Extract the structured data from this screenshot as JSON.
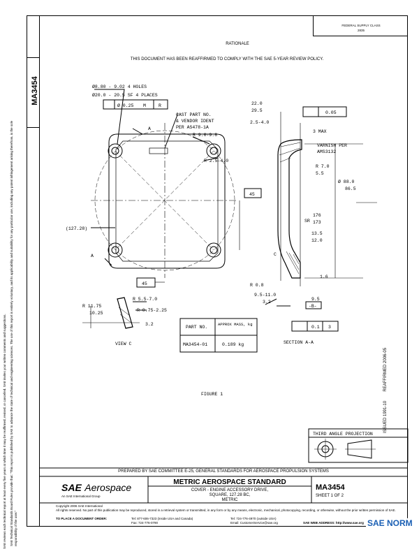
{
  "header": {
    "tech_note": "FEDERAL SUPPLY CLASS",
    "tech_note2": "2835"
  },
  "left_strip": {
    "doc_number": "MA3454",
    "note": "SAE Technical Standards Board Rules provide that: \"This report is published by SAE to advance the state of technical and engineering sciences. The use of this report is entirely voluntary, and its applicability and suitability for any particular use, including any patent infringement arising therefrom, is the sole responsibility of the user.\"",
    "note2": "SAE reviews each technical report at least every five years at which time it may be reaffirmed, revised, or cancelled. SAE invites your written comments and suggestions."
  },
  "right_strip": {
    "issued": "ISSUED 1991-10",
    "reaffirmed": "REAFFIRMED 2006-05"
  },
  "rationale": {
    "title": "RATIONALE",
    "text": "THIS DOCUMENT HAS BEEN REAFFIRMED TO COMPLY WITH THE SAE 5-YEAR REVIEW POLICY."
  },
  "drawing": {
    "holes_1": "Ø8.80 - 9.02 4 HOLES",
    "holes_2": "Ø20.0 - 20.5 SF 4 PLACES",
    "tol_pos": "Ø 0.25",
    "tol_m": "M",
    "tol_ref": "R",
    "cast_1": "CAST PART NO.",
    "cast_2": "& VENDOR IDENT",
    "cast_3": "PER AS478-1A",
    "r_9": "R 9.0-9.8",
    "r_25": "R 2.5-4.0",
    "dim_127": "(127.28)",
    "dim_45a": "45",
    "dim_45b": "45",
    "label_a1": "A",
    "label_a2": "A",
    "dim_22": "22.0",
    "dim_295": "29.5",
    "dim_25_4": "2.5-4.0",
    "flat_val": "0.05",
    "max_3": "3 MAX",
    "varnish_1": "VARNISH PER",
    "varnish_2": "AMS3132",
    "r_70": "R 7.0",
    "r_55": "5.5",
    "dia_880": "Ø 88.0",
    "dia_865": "86.5",
    "dim_176": "176",
    "dim_173": "173",
    "sr": "SR",
    "dim_135": "13.5",
    "dim_120": "12.0",
    "label_c": "C",
    "r_08": "R 0.8",
    "dim_95_11": "9.5-11.0",
    "dim_95": "9.5",
    "datum_b": "-B-",
    "finish_16": "1.6",
    "finish_32a": "3.2",
    "par_val": "0.1",
    "par_ref": "3",
    "section": "SECTION A-A",
    "r_1175": "R 11.75",
    "r_1025": "10.25",
    "r_55_70": "R 5.5-7.0",
    "r_075": "R 0.75-2.25",
    "finish_32b": "3.2",
    "view_c": "VIEW C",
    "table_head_1": "PART NO.",
    "table_head_2": "APPROX MASS, kg",
    "table_part": "MA3454-01",
    "table_mass": "0.189 kg",
    "figure": "FIGURE 1",
    "projection": "THIRD ANGLE PROJECTION"
  },
  "footer": {
    "prepared": "PREPARED BY SAE COMMITTEE E-25, GENERAL STANDARDS FOR AEROSPACE PROPULSION SYSTEMS",
    "logo_main": "SAE",
    "logo_sub": "Aerospace",
    "logo_tag": "An SAE International Group",
    "standard_title": "METRIC AEROSPACE STANDARD",
    "subtitle_1": "COVER - ENGINE ACCESSORY DRIVE,",
    "subtitle_2": "SQUARE, 127.28 BC,",
    "subtitle_3": "METRIC",
    "doc_number": "MA3454",
    "sheet": "SHEET 1 OF 2",
    "copyright": "Copyright 2006 SAE International",
    "rights": "All rights reserved. No part of this publication may be reproduced, stored in a retrieval system or transmitted, in any form or by any means, electronic, mechanical, photocopying, recording, or otherwise, without the prior written permission of SAE.",
    "order_label": "TO PLACE A DOCUMENT ORDER:",
    "tel1": "Tel: 877-606-7323 (inside USA and Canada)",
    "tel2": "Tel: 724-776-4970 (outside USA)",
    "fax": "Fax: 724-776-0790",
    "email": "Email: CustomerService@sae.org",
    "web": "SAE WEB ADDRESS: http://www.sae.org",
    "watermark": "SAE NORM"
  },
  "colors": {
    "watermark": "#1a5fb4",
    "ink": "#000000"
  }
}
